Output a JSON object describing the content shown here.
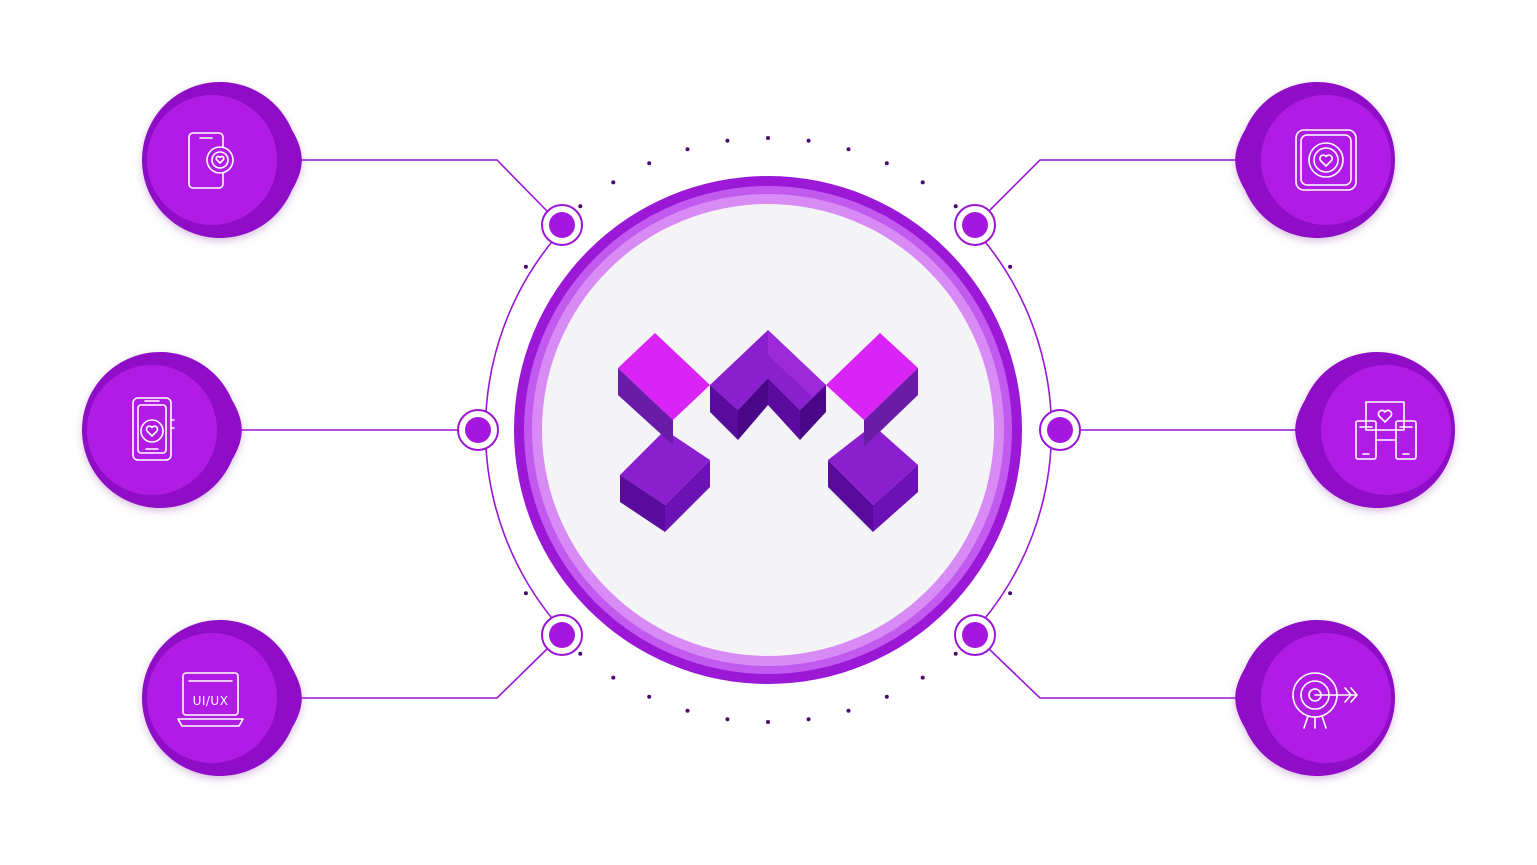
{
  "diagram": {
    "colors": {
      "bubble_outer": "#8f0fc6",
      "bubble_inner": "#b01ee6",
      "connector": "#9b16d4",
      "dots": "#4a0a6e",
      "center_ring": "#9a18d6",
      "center_ring_light": "#d88af5",
      "center_fill": "#f4f4f6",
      "logo_light": "#d923f7",
      "logo_mid": "#8a1fd0",
      "logo_dark": "#5a0a9c"
    },
    "center": {
      "logo_name": "m-cubes-logo"
    },
    "nodes": [
      {
        "id": "top-left",
        "icon": "phone-heart-icon"
      },
      {
        "id": "mid-left",
        "icon": "smartwatch-heart-icon"
      },
      {
        "id": "bottom-left",
        "icon": "laptop-uiux-icon",
        "label": "UI/UX"
      },
      {
        "id": "top-right",
        "icon": "app-heart-icon"
      },
      {
        "id": "mid-right",
        "icon": "devices-heart-icon"
      },
      {
        "id": "bottom-right",
        "icon": "target-arrow-icon"
      }
    ]
  }
}
